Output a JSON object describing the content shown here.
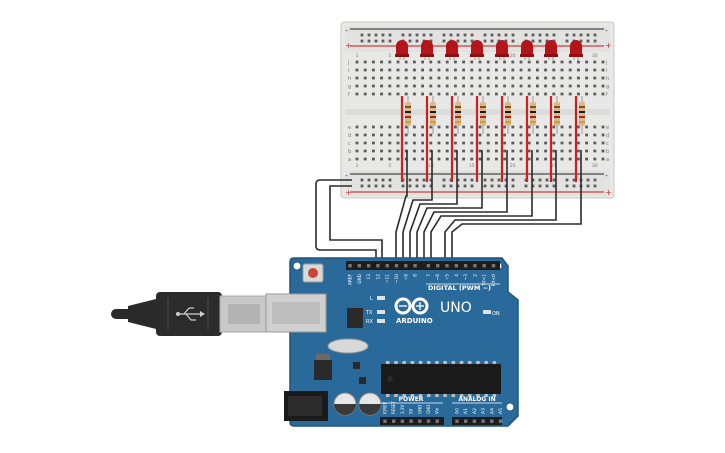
{
  "board": {
    "brand": "ARDUINO",
    "model": "UNO",
    "digital_label": "DIGITAL (PWM ~)",
    "power_label": "POWER",
    "analog_label": "ANALOG IN",
    "on_label": "ON",
    "l_label": "L",
    "tx_label": "TX",
    "rx_label": "RX",
    "digital_pins": [
      "AREF",
      "GND",
      "13",
      "12",
      "~11",
      "~10",
      "~9",
      "8",
      "7",
      "~6",
      "~5",
      "4",
      "~3",
      "2",
      "TX>1",
      "RX<0"
    ],
    "power_pins": [
      "IOREF",
      "RESET",
      "3.3V",
      "5V",
      "GND",
      "GND",
      "Vin"
    ],
    "analog_pins": [
      "A0",
      "A1",
      "A2",
      "A3",
      "A4",
      "A5"
    ]
  },
  "breadboard": {
    "row_letters_top": [
      "j",
      "i",
      "h",
      "g",
      "f"
    ],
    "row_letters_bottom": [
      "e",
      "d",
      "c",
      "b",
      "a"
    ],
    "column_numbers": [
      "1",
      "5",
      "10",
      "15",
      "20",
      "25",
      "30"
    ],
    "plus_symbol": "+",
    "minus_symbol": "-"
  },
  "components": {
    "led_count": 8,
    "led_color": "#b3151b",
    "resistor_count": 8,
    "wire_signal_color": "#d81b1b",
    "wire_link_color": "#2b2b2b"
  },
  "colors": {
    "board": "#2a6a9a",
    "board_edge": "#1f557e",
    "breadboard": "#e9e9e7",
    "usb_metal": "#c9c9c9"
  }
}
